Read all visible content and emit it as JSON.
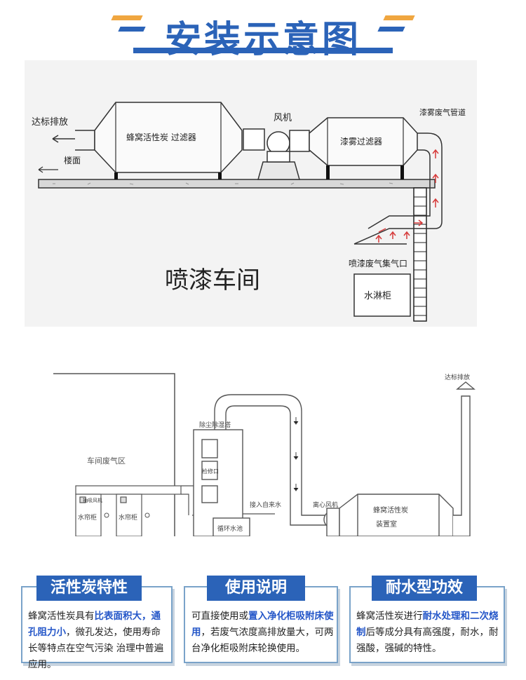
{
  "header": {
    "title": "安装示意图"
  },
  "diagram1": {
    "label_exhaust": "达标排放",
    "label_fan": "风机",
    "label_duct": "漆雾废气管道",
    "label_honeycomb_filter": "蜂窝活性炭 过滤器",
    "label_paint_filter": "漆雾过滤器",
    "label_floor": "楼面",
    "label_workshop": "喷漆车间",
    "label_inlet": "喷漆废气集气口",
    "label_water_cabinet": "水淋柜"
  },
  "diagram2": {
    "label_exhaust": "达标排放",
    "label_tower": "除尘除湿塔",
    "label_workshop_area": "车间废气区",
    "label_access": "检修口",
    "label_water_in": "接入自来水",
    "label_centrifugal_fan": "离心风机",
    "label_carbon_1": "蜂窝活性炭",
    "label_carbon_2": "装置室",
    "label_circulation": "循环水池",
    "label_duct_small": "抽吸风机",
    "label_water_curtain_a": "水帘柜",
    "label_water_curtain_b": "水帘柜"
  },
  "cards": [
    {
      "title": "活性炭特性",
      "segments": [
        {
          "text": "蜂窝活性炭具有",
          "hl": false
        },
        {
          "text": "比表面积大，通孔阻力小",
          "hl": true
        },
        {
          "text": "，微孔发达，使用寿命长等特点在空气污染 治理中普遍应用。",
          "hl": false
        }
      ]
    },
    {
      "title": "使用说明",
      "segments": [
        {
          "text": "可直接使用或",
          "hl": false
        },
        {
          "text": "置入净化柜吸附床使用",
          "hl": true
        },
        {
          "text": "，若废气浓度高排放量大，可两台净化柜吸附床轮换使用。",
          "hl": false
        }
      ]
    },
    {
      "title": "耐水型功效",
      "segments": [
        {
          "text": "蜂窝活性炭进行",
          "hl": false
        },
        {
          "text": "耐水处理和二次烧制",
          "hl": true
        },
        {
          "text": "后等成分具有高强度，耐水，耐强酸，强碱的特性。",
          "hl": false
        }
      ]
    }
  ],
  "colors": {
    "accent": "#2b63b8",
    "highlight": "#2456c8",
    "stripe_orange": "#f0a640",
    "card_border": "#7aa3c9"
  }
}
